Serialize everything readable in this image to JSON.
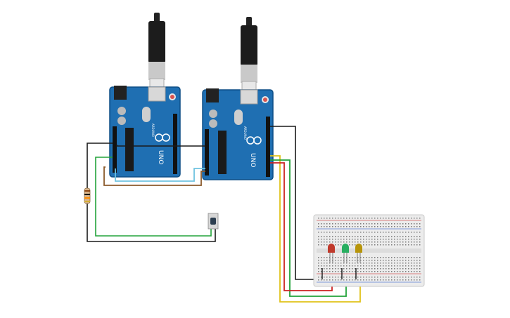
{
  "boards": [
    {
      "model": "UNO",
      "brand": "ARDUINO"
    },
    {
      "model": "UNO",
      "brand": "ARDUINO"
    }
  ],
  "components": {
    "leds": [
      {
        "color": "#c0392b"
      },
      {
        "color": "#27ae60"
      },
      {
        "color": "#b7950b"
      }
    ],
    "resistor": {
      "bands": [
        "#8b4513",
        "#000000",
        "#ff8c00",
        "#d4af37"
      ]
    },
    "pushbutton": {
      "cap_color": "#2c3e50"
    }
  },
  "colors": {
    "board": "#1f6fb2",
    "board_dark": "#0f4f86",
    "wire_black": "#1a1a1a",
    "wire_green": "#22a33a",
    "wire_red": "#cc2222",
    "wire_yellow": "#e0c21a",
    "wire_brown": "#8b5a2b",
    "wire_lightblue": "#6ec3e0",
    "breadboard": "#ececec"
  }
}
